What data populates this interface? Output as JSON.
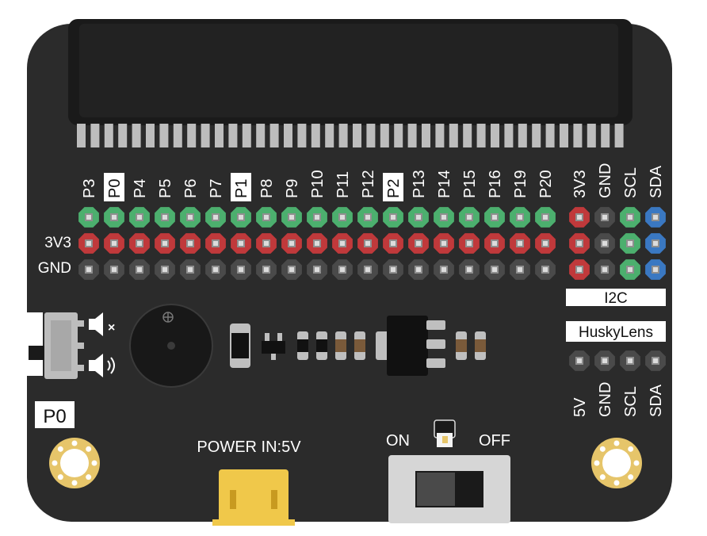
{
  "board": {
    "colors": {
      "board": "#2b2b2b",
      "signal": "#4caf6e",
      "power": "#c0393b",
      "ground": "#4a4a4a",
      "sda": "#3a78c2",
      "pad_gold": "#e6c56a",
      "connector": "#f0c84a"
    },
    "top_pins": [
      "P3",
      "P0",
      "P4",
      "P5",
      "P6",
      "P7",
      "P1",
      "P8",
      "P9",
      "P10",
      "P11",
      "P12",
      "P2",
      "P13",
      "P14",
      "P15",
      "P16",
      "P19",
      "P20"
    ],
    "highlighted_pins": [
      "P0",
      "P1",
      "P2"
    ],
    "row_labels": {
      "power": "3V3",
      "ground": "GND"
    },
    "i2c": {
      "pins": [
        "3V3",
        "GND",
        "SCL",
        "SDA"
      ],
      "label": "I2C"
    },
    "huskylens": {
      "label": "HuskyLens",
      "pins": [
        "5V",
        "GND",
        "SCL",
        "SDA"
      ]
    },
    "buzzer_switch": {
      "label": "P0",
      "icons": [
        "speaker-mute-icon",
        "speaker-sound-icon"
      ]
    },
    "power_in": {
      "label": "POWER IN:5V"
    },
    "power_switch": {
      "on_label": "ON",
      "off_label": "OFF"
    }
  }
}
